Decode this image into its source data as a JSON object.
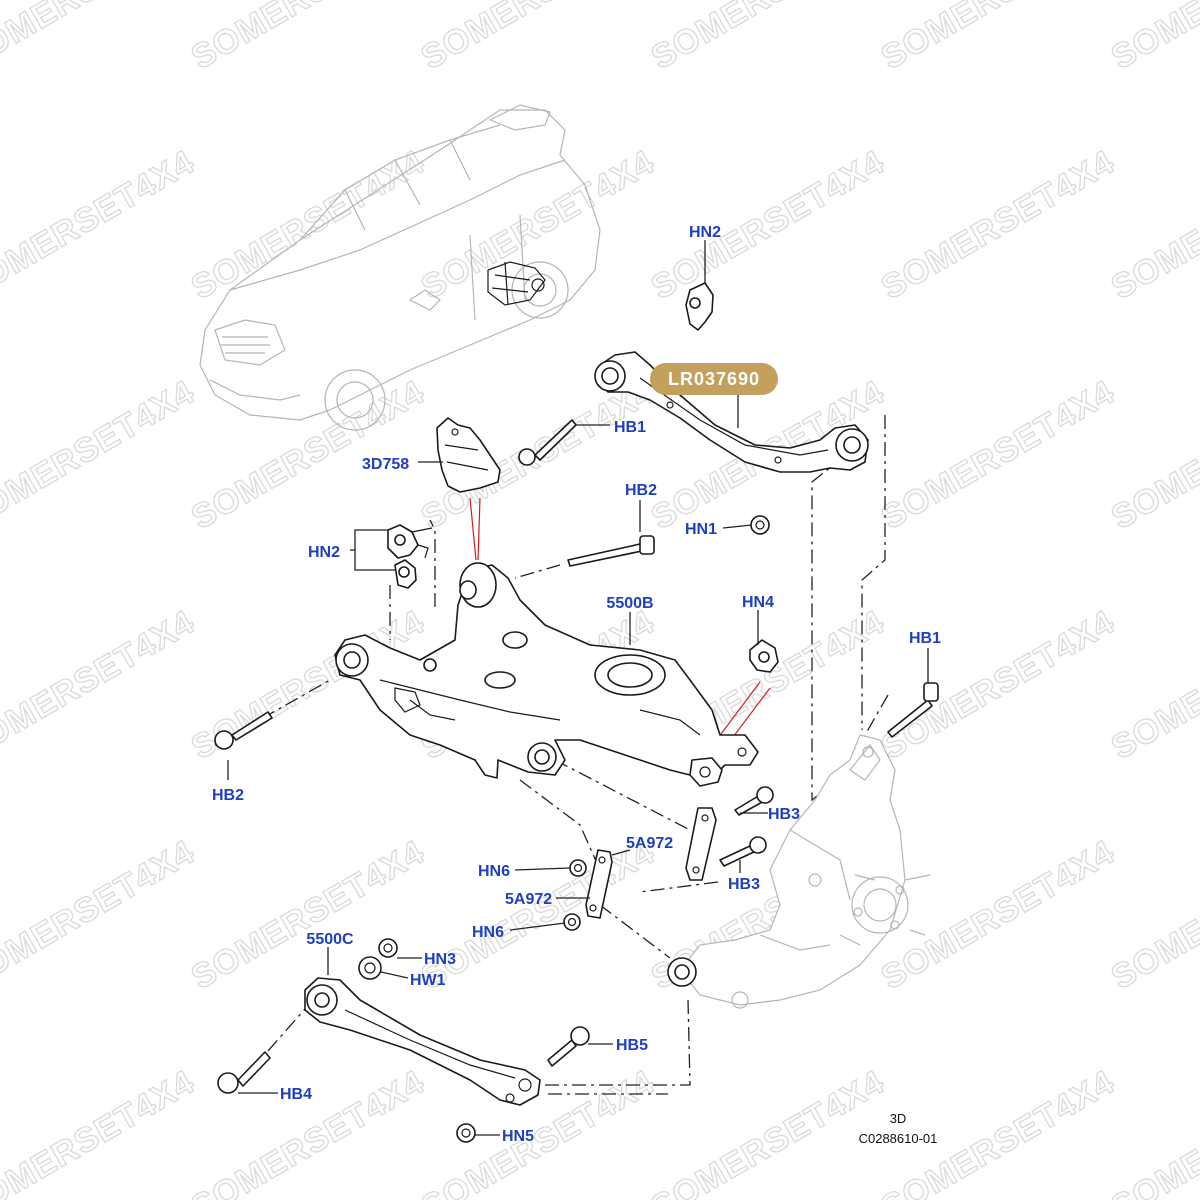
{
  "watermark": "SOMERSET4X4",
  "part_badge": {
    "text": "LR037690",
    "color": "#c3a05e"
  },
  "callouts": {
    "hn2_top": "HN2",
    "hb1_top": "HB1",
    "d3758": "3D758",
    "hb2_mid": "HB2",
    "hn1": "HN1",
    "hn2_left": "HN2",
    "s5500b": "5500B",
    "hn4": "HN4",
    "hb1_right": "HB1",
    "hb2_left": "HB2",
    "hb3_top": "HB3",
    "s5a972_right": "5A972",
    "hn6_top": "HN6",
    "hb3_bottom": "HB3",
    "s5a972_left": "5A972",
    "hn6_bottom": "HN6",
    "s5500c": "5500C",
    "hn3": "HN3",
    "hw1": "HW1",
    "hb5": "HB5",
    "hb4": "HB4",
    "hn5": "HN5"
  },
  "meta": {
    "view": "3D",
    "diagram_id": "C0288610-01"
  },
  "colors": {
    "callout": "#1f3fbf",
    "badge": "#c3a05e",
    "highlight_line": "#d41c1c"
  }
}
